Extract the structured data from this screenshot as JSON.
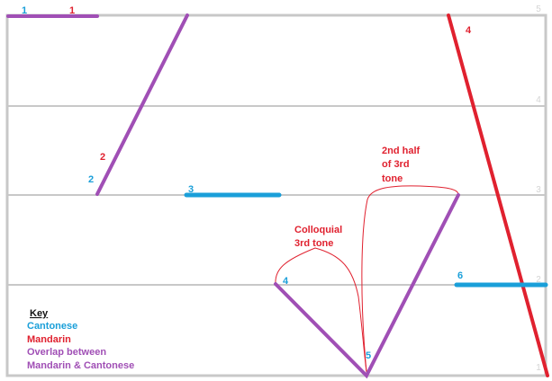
{
  "colors": {
    "cantonese": "#1a9fd9",
    "mandarin": "#e0212f",
    "overlap": "#a04fb5",
    "grid": "#c8c8c8",
    "scale_text": "#d4d4d4",
    "key_heading": "#111111"
  },
  "scale_labels": [
    "5",
    "4",
    "3",
    "2",
    "1"
  ],
  "tone_labels": {
    "cantonese": [
      "1",
      "2",
      "3",
      "4",
      "5",
      "6"
    ],
    "mandarin": [
      "1",
      "2",
      "4"
    ]
  },
  "annotations": {
    "colloquial_line1": "Colloquial",
    "colloquial_line2": "3rd tone",
    "second_half_line1": "2nd half",
    "second_half_line2": "of 3rd",
    "second_half_line3": "tone"
  },
  "key": {
    "heading": "Key",
    "cantonese": "Cantonese",
    "mandarin": "Mandarin",
    "overlap_line1": "Overlap between",
    "overlap_line2": "Mandarin & Cantonese"
  }
}
